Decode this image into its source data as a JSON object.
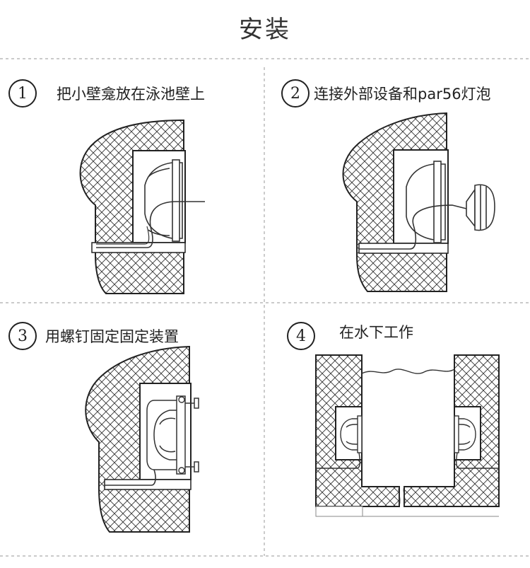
{
  "page": {
    "title": "安装"
  },
  "steps": [
    {
      "number": "1",
      "text": "把小壁龛放在泳池壁上"
    },
    {
      "number": "2",
      "text": "连接外部设备和par56灯泡"
    },
    {
      "number": "3",
      "text": "用螺钉固定固定装置"
    },
    {
      "number": "4",
      "text": "在水下工作"
    }
  ]
}
